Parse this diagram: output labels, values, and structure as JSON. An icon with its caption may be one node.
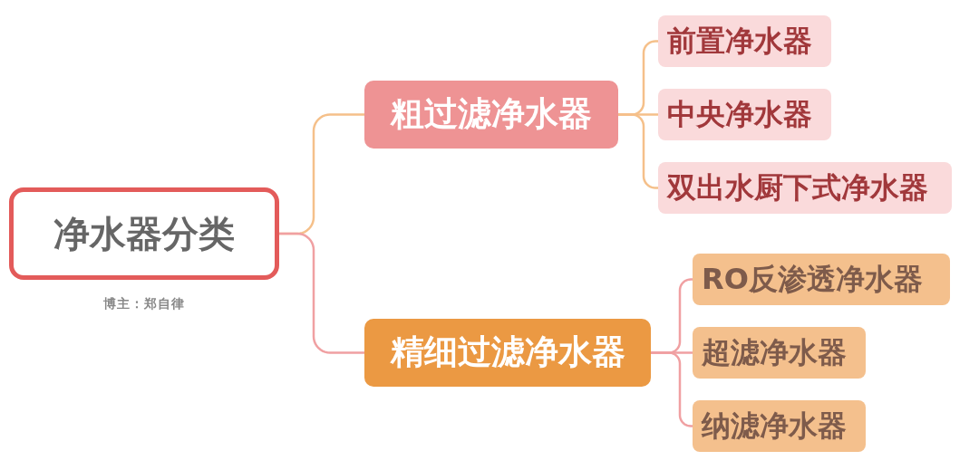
{
  "diagram": {
    "nodes": [
      {
        "text": [
          "净水器分类"
        ],
        "beside": [
          "博主：郑自律"
        ]
      },
      {
        "text": [
          "粗过滤净水器"
        ]
      },
      {
        "text": [
          "前置净水器"
        ]
      },
      {
        "text": [
          "中央净水器"
        ]
      },
      {
        "text": [
          "双出水厨下式净水器"
        ]
      },
      {
        "text": [
          "精细过滤净水器"
        ]
      },
      {
        "text": [
          "RO反渗透净水器"
        ]
      },
      {
        "text": [
          "超滤净水器"
        ]
      },
      {
        "text": [
          "纳滤净水器"
        ]
      }
    ],
    "edges": [
      {
        "from": 0,
        "to": 1,
        "arrow": "none",
        "color": "#f5c08a"
      },
      {
        "from": 0,
        "to": 5,
        "arrow": "none",
        "color": "#f0a0a2"
      },
      {
        "from": 1,
        "to": 2,
        "arrow": "none",
        "color": "#f5c08a"
      },
      {
        "from": 1,
        "to": 3,
        "arrow": "none",
        "color": "#f5c08a"
      },
      {
        "from": 1,
        "to": 4,
        "arrow": "none",
        "color": "#f5c08a"
      },
      {
        "from": 5,
        "to": 6,
        "arrow": "none",
        "color": "#f0a0a2"
      },
      {
        "from": 5,
        "to": 7,
        "arrow": "none",
        "color": "#f0a0a2"
      },
      {
        "from": 5,
        "to": 8,
        "arrow": "none",
        "color": "#f0a0a2"
      }
    ]
  }
}
